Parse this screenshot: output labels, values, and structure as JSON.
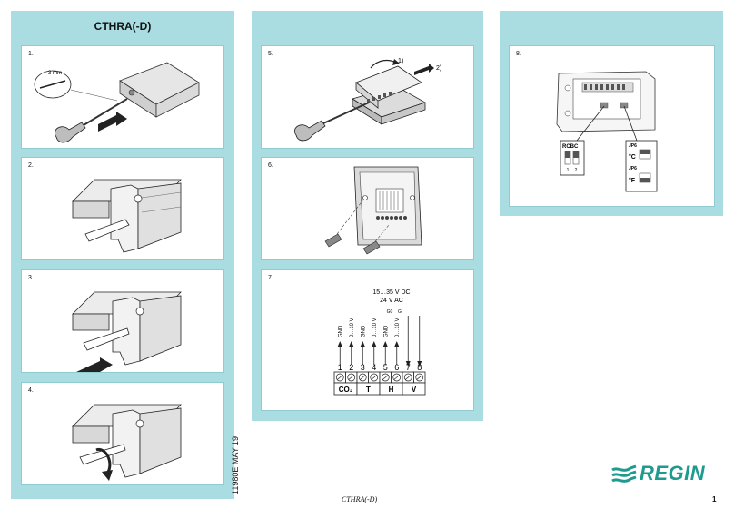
{
  "title": "CTHRA(-D)",
  "steps": {
    "s1": {
      "num": "1.",
      "callout": "3 mm"
    },
    "s2": {
      "num": "2."
    },
    "s3": {
      "num": "3."
    },
    "s4": {
      "num": "4."
    },
    "s5": {
      "num": "5.",
      "arrow1": "1)",
      "arrow2": "2)"
    },
    "s6": {
      "num": "6."
    },
    "s7": {
      "num": "7.",
      "supply_dc": "15…35 V DC",
      "supply_ac": "24 V AC",
      "supply_g0": "G0",
      "supply_g": "G",
      "wire_labels": [
        "GND",
        "0…10 V",
        "GND",
        "0…10 V",
        "GND",
        "0…10 V"
      ],
      "terminals": [
        "1",
        "2",
        "3",
        "4",
        "5",
        "6",
        "7",
        "8"
      ],
      "groups": [
        "CO₂",
        "T",
        "H",
        "V"
      ]
    },
    "s8": {
      "num": "8.",
      "rcbc": "RCBC",
      "rcbc_pos": [
        "1",
        "2"
      ],
      "jp6a": "JP6",
      "jp6b": "JP6",
      "deg_c": "°C",
      "deg_f": "°F"
    }
  },
  "doc_number": "11980E MAY 19",
  "footer_name": "CTHRA(-D)",
  "page_number": "1",
  "logo_text": "REGIN",
  "colors": {
    "panel": "#a9dde1",
    "logo": "#1f9a8e"
  }
}
